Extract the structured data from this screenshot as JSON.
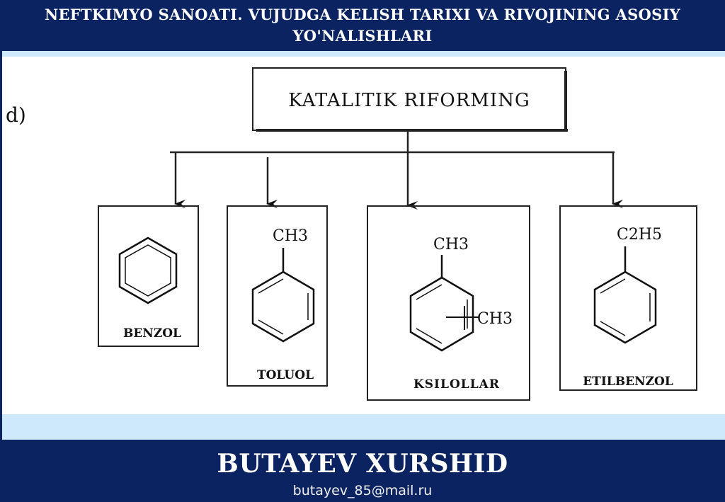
{
  "header": {
    "title": "NEFTKIMYO SANOATI. VUJUDGA KELISH TARIXI VA RIVOJINING ASOSIY YO'NALISHLARI"
  },
  "diagram": {
    "label": "d)",
    "root": "KATALITIK RIFORMING",
    "products": [
      {
        "name": "BENZOL",
        "substituent": ""
      },
      {
        "name": "TOLUOL",
        "substituent": "CH3"
      },
      {
        "name": "KSILOLLAR",
        "substituent": "CH3",
        "substituent2": "CH3"
      },
      {
        "name": "ETILBENZOL",
        "substituent": "C2H5"
      }
    ]
  },
  "footer": {
    "author": "BUTAYEV XURSHID",
    "email": "butayev_85@mail.ru"
  },
  "colors": {
    "navy": "#0c2362",
    "light_blue": "#cde9fb"
  }
}
